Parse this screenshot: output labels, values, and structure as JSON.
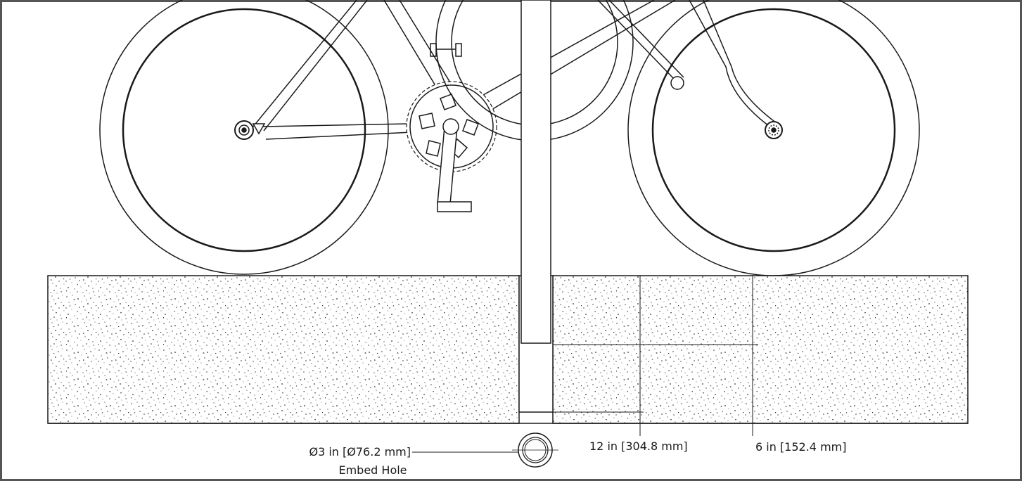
{
  "dimensions": {
    "embed_hole_diameter": "Ø3 in [Ø76.2 mm]",
    "embed_hole_caption": "Embed Hole",
    "embed_depth": "12 in [304.8 mm]",
    "post_offset": "6 in [152.4 mm]"
  },
  "colors": {
    "line": "#1a1a1a",
    "frame": "#555555",
    "background": "#ffffff",
    "concrete_speckle": "#333333"
  }
}
